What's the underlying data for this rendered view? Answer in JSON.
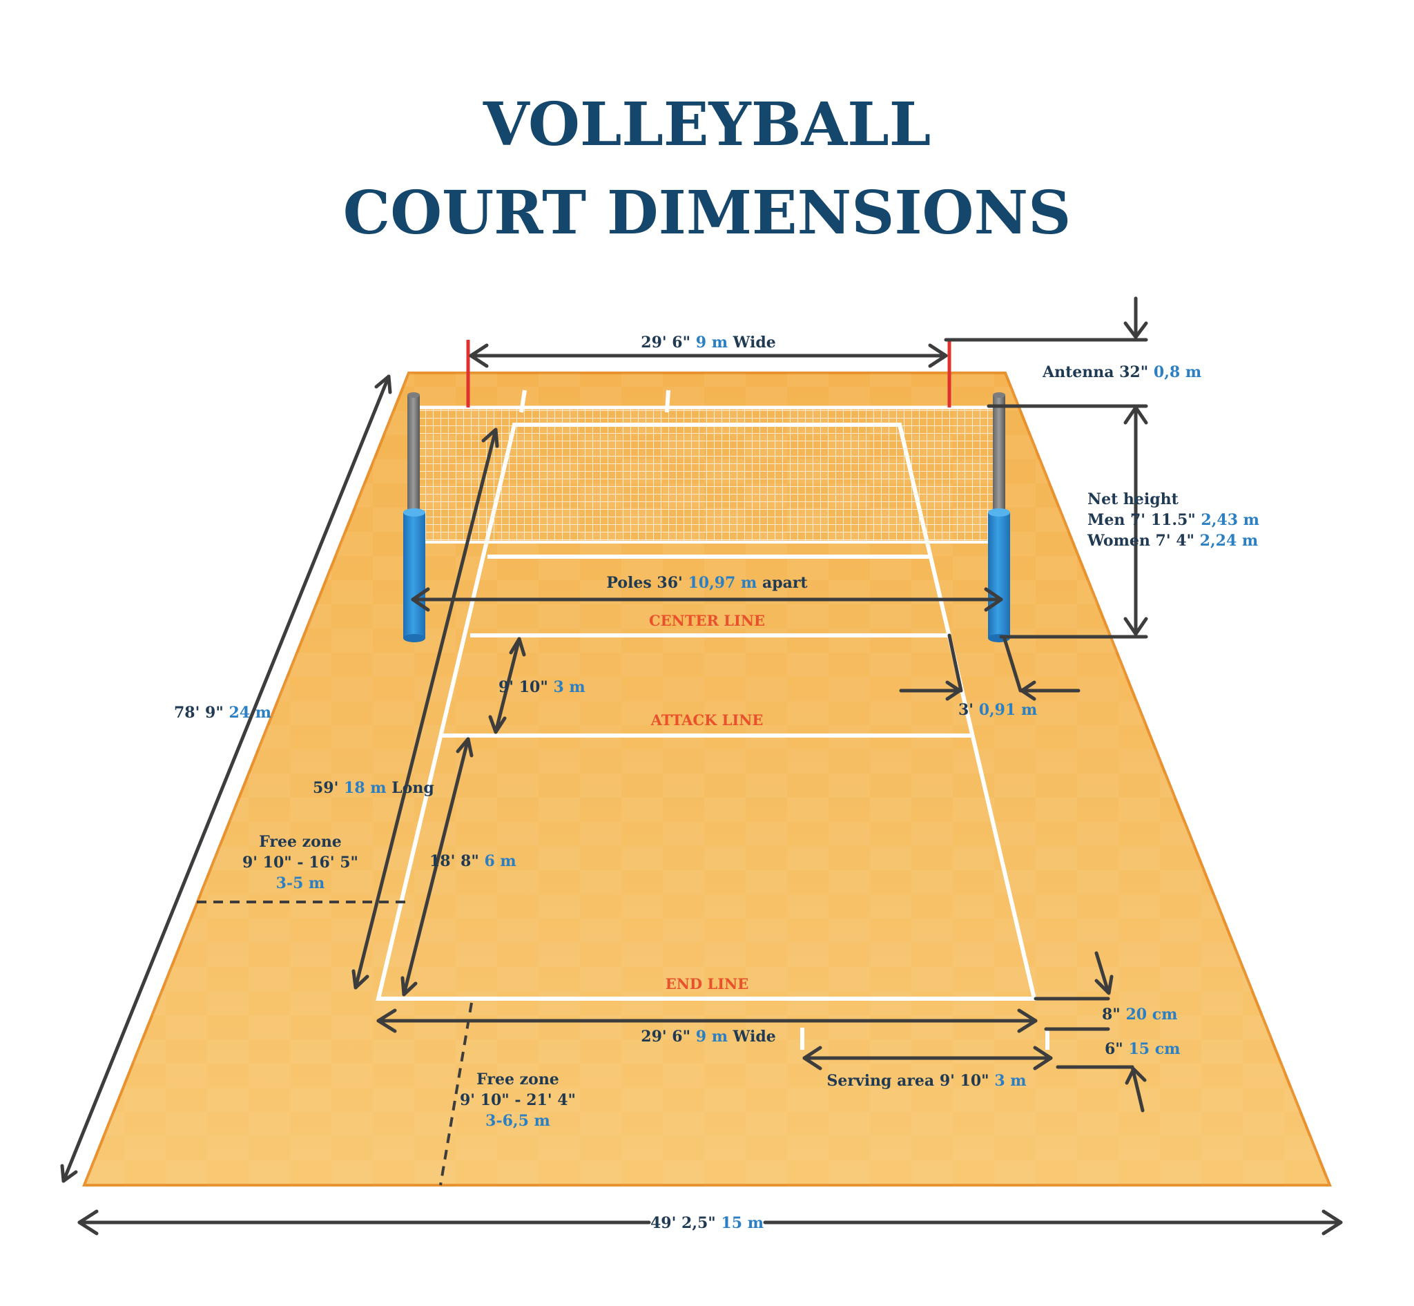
{
  "title": {
    "line1": "VOLLEYBALL",
    "line2": "COURT DIMENSIONS"
  },
  "court_lines": {
    "center": "CENTER LINE",
    "attack": "ATTACK LINE",
    "end": "END LINE"
  },
  "labels": {
    "width_top": {
      "a": "29' 6\"",
      "b": "9 m",
      "c": "Wide"
    },
    "antenna": {
      "a": "Antenna 32\"",
      "b": "0,8 m"
    },
    "net_height_title": "Net height",
    "net_men": {
      "a": "Men 7' 11.5\"",
      "b": "2,43 m"
    },
    "net_women": {
      "a": "Women 7' 4\"",
      "b": "2,24 m"
    },
    "poles": {
      "a": "Poles 36'",
      "b": "10,97 m",
      "c": "apart"
    },
    "attack_dist": {
      "a": "9' 10\"",
      "b": "3 m"
    },
    "pole_offset": {
      "a": "3'",
      "b": "0,91 m"
    },
    "total_length": {
      "a": "78' 9\"",
      "b": "24 m"
    },
    "court_length": {
      "a": "59'",
      "b": "18 m",
      "c": "Long"
    },
    "half_back": {
      "a": "18' 8\"",
      "b": "6 m"
    },
    "free_side": {
      "a": "Free zone",
      "b": "9' 10\" - 16' 5\"",
      "c": "3-5 m"
    },
    "width_bottom": {
      "a": "29' 6\"",
      "b": "9 m",
      "c": "Wide"
    },
    "line_width": {
      "a": "8\"",
      "b": "20 cm"
    },
    "serve_mark": {
      "a": "6\"",
      "b": "15 cm"
    },
    "serving_area": {
      "a": "Serving area 9' 10\"",
      "b": "3 m"
    },
    "free_back": {
      "a": "Free zone",
      "b": "9' 10\" - 21' 4\"",
      "c": "3-6,5 m"
    },
    "total_width": {
      "a": "49' 2,5\"",
      "b": "15 m"
    }
  },
  "colors": {
    "title": "#14476b",
    "label_dark": "#1f3a52",
    "label_metric": "#2b7fc3",
    "court_line_label": "#e8512b",
    "floor": "#f6bf5f",
    "floor_edge": "#e8922f",
    "pole_pad": "#2d8fd6",
    "antenna": "#e03030"
  }
}
